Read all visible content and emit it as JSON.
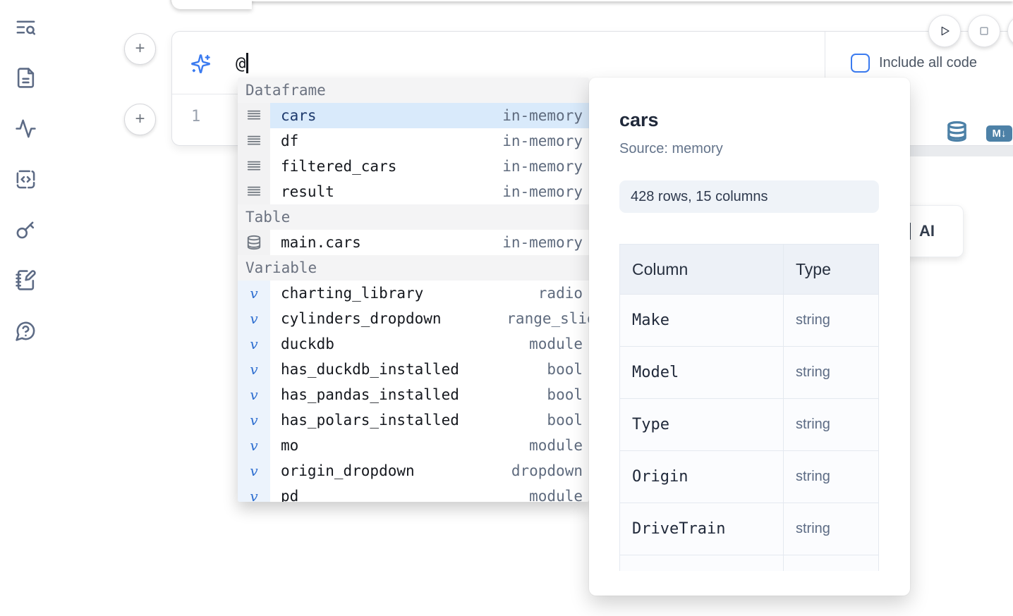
{
  "sidebar": {
    "items": [
      {
        "icon": "list-search-icon"
      },
      {
        "icon": "file-text-icon"
      },
      {
        "icon": "activity-icon"
      },
      {
        "icon": "code-square-icon"
      },
      {
        "icon": "key-icon"
      },
      {
        "icon": "notebook-pen-icon"
      },
      {
        "icon": "help-bubble-icon"
      }
    ]
  },
  "add_buttons": {
    "label": "+"
  },
  "run_controls": {
    "play_icon": "play-icon",
    "stop_icon": "stop-icon"
  },
  "prompt": {
    "value": "@",
    "sparkle_icon": "sparkles-icon"
  },
  "include_code": {
    "label": "Include all code",
    "checked": false,
    "accent_color": "#3b7bf0"
  },
  "editor": {
    "line_number": "1",
    "database_icon": "database-icon",
    "markdown_badge": "M↓"
  },
  "ai_button": {
    "label": "AI"
  },
  "completion": {
    "sections": [
      {
        "label": "Dataframe",
        "icon": "rows-icon",
        "gutter": "gray",
        "items": [
          {
            "label": "cars",
            "type": "in-memory",
            "selected": true
          },
          {
            "label": "df",
            "type": "in-memory"
          },
          {
            "label": "filtered_cars",
            "type": "in-memory"
          },
          {
            "label": "result",
            "type": "in-memory"
          }
        ]
      },
      {
        "label": "Table",
        "icon": "database-icon",
        "gutter": "gray",
        "items": [
          {
            "label": "main.cars",
            "type": "in-memory"
          }
        ]
      },
      {
        "label": "Variable",
        "icon": "variable-icon",
        "gutter": "blue",
        "items": [
          {
            "label": "charting_library",
            "type": "radio"
          },
          {
            "label": "cylinders_dropdown",
            "type": "range_slider",
            "clip": true
          },
          {
            "label": "duckdb",
            "type": "module"
          },
          {
            "label": "has_duckdb_installed",
            "type": "bool"
          },
          {
            "label": "has_pandas_installed",
            "type": "bool"
          },
          {
            "label": "has_polars_installed",
            "type": "bool"
          },
          {
            "label": "mo",
            "type": "module"
          },
          {
            "label": "origin_dropdown",
            "type": "dropdown"
          },
          {
            "label": "pd",
            "type": "module"
          }
        ]
      }
    ]
  },
  "panel": {
    "title": "cars",
    "source": "Source: memory",
    "shape": "428 rows, 15 columns",
    "table": {
      "headers": [
        "Column",
        "Type"
      ],
      "rows": [
        {
          "column": "Make",
          "type": "string"
        },
        {
          "column": "Model",
          "type": "string"
        },
        {
          "column": "Type",
          "type": "string"
        },
        {
          "column": "Origin",
          "type": "string"
        },
        {
          "column": "DriveTrain",
          "type": "string"
        }
      ]
    },
    "colors": {
      "steel_icon": "#4d81a7",
      "selected_row": "#d9eafb"
    }
  }
}
